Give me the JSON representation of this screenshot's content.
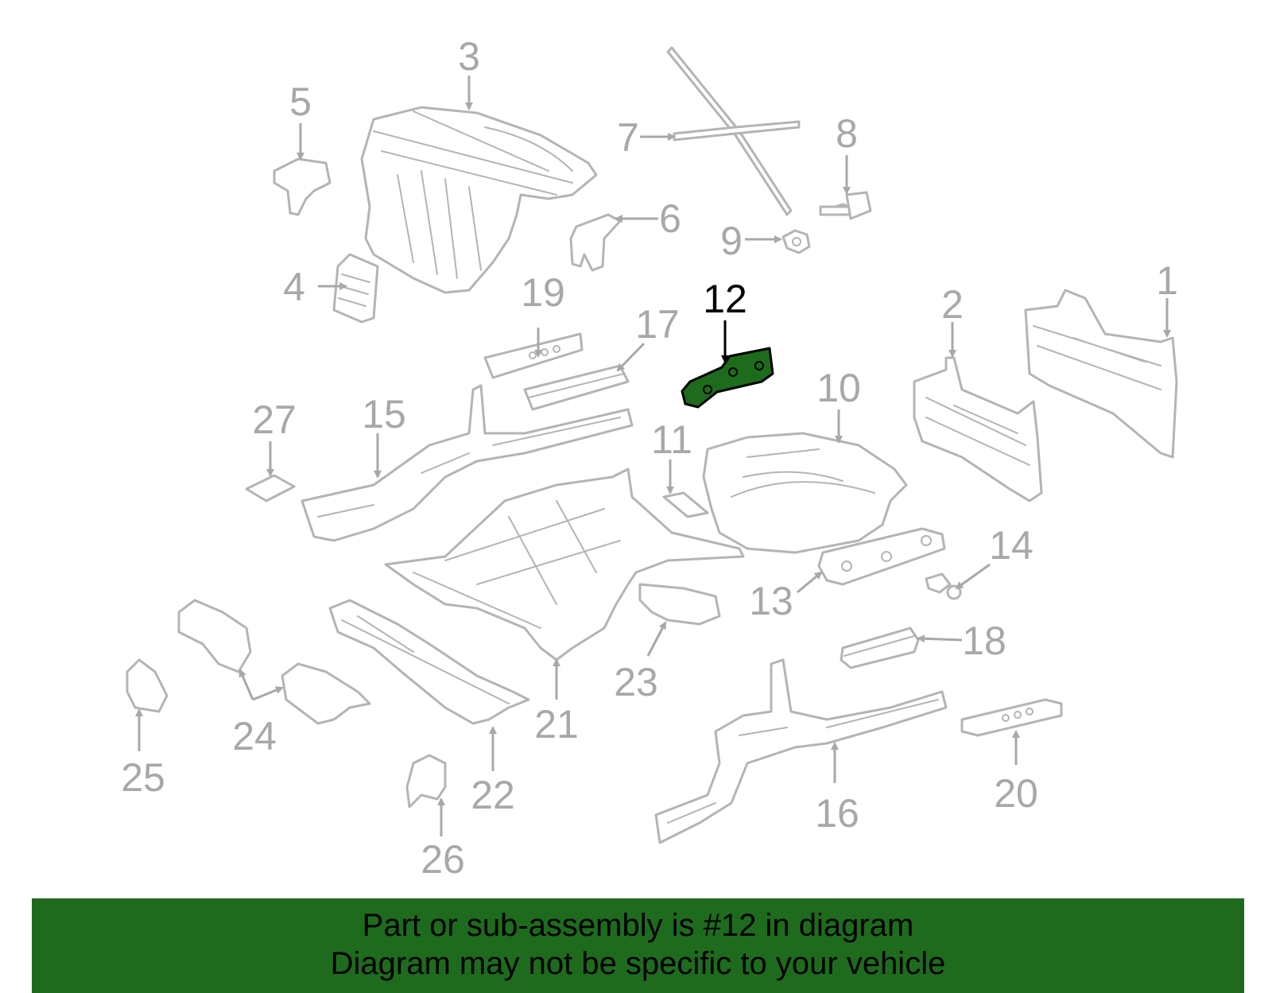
{
  "diagram": {
    "highlight_color": "#1e6b1e",
    "highlighted_part": "12",
    "callouts": [
      "1",
      "2",
      "3",
      "4",
      "5",
      "6",
      "7",
      "8",
      "9",
      "10",
      "11",
      "12",
      "13",
      "14",
      "15",
      "16",
      "17",
      "18",
      "19",
      "20",
      "21",
      "22",
      "23",
      "24",
      "25",
      "26",
      "27"
    ]
  },
  "banner": {
    "line1": "Part or sub-assembly is #12 in diagram",
    "line2": "Diagram may not be specific to your vehicle",
    "color": "#1e6b1e"
  }
}
